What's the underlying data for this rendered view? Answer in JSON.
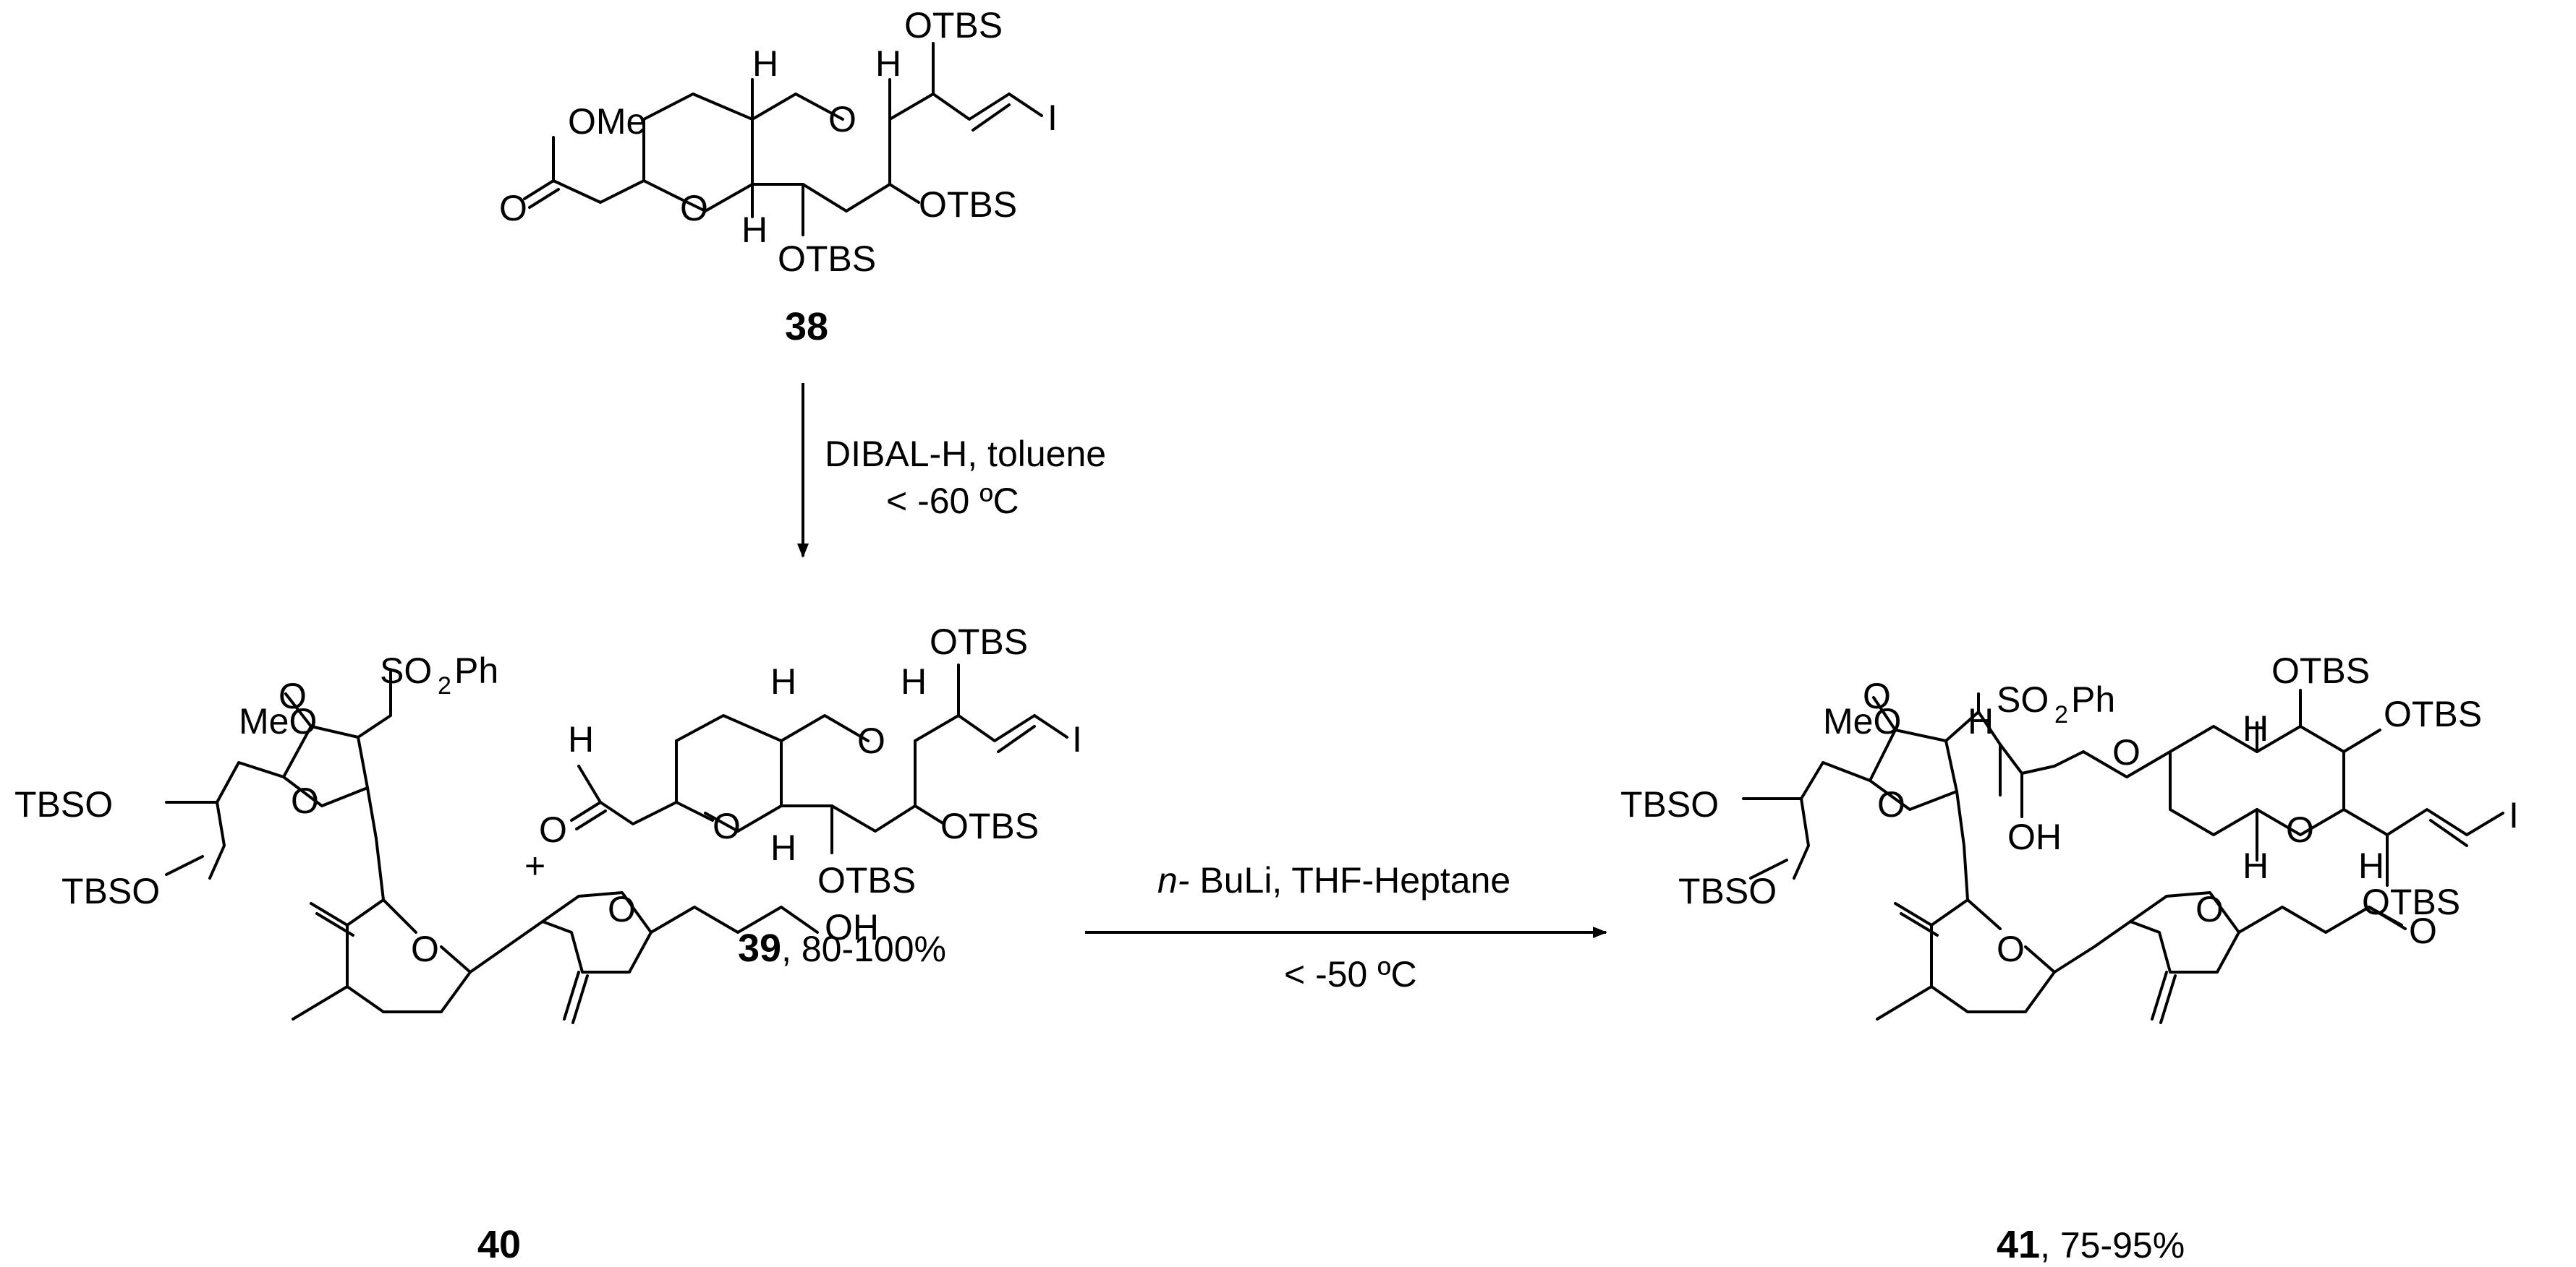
{
  "compounds": {
    "c38": {
      "number": "38"
    },
    "c39": {
      "number": "39",
      "yield": ", 80-100%"
    },
    "c40": {
      "number": "40"
    },
    "c41": {
      "number": "41",
      "yield": ", 75-95%"
    }
  },
  "atoms": {
    "OTBS": "OTBS",
    "TBSO": "TBSO",
    "OMe": "OMe",
    "MeO": "MeO",
    "O": "O",
    "H": "H",
    "I": "I",
    "OH": "OH",
    "SO": "SO",
    "two": "2",
    "Ph": "Ph"
  },
  "plus": "+",
  "steps": {
    "step1": {
      "line1": "DIBAL-H, toluene",
      "line2": "< -60 ºC"
    },
    "step2": {
      "italic": "n-",
      "line1": " BuLi, THF-Heptane",
      "line2": "< -50 ºC"
    }
  }
}
